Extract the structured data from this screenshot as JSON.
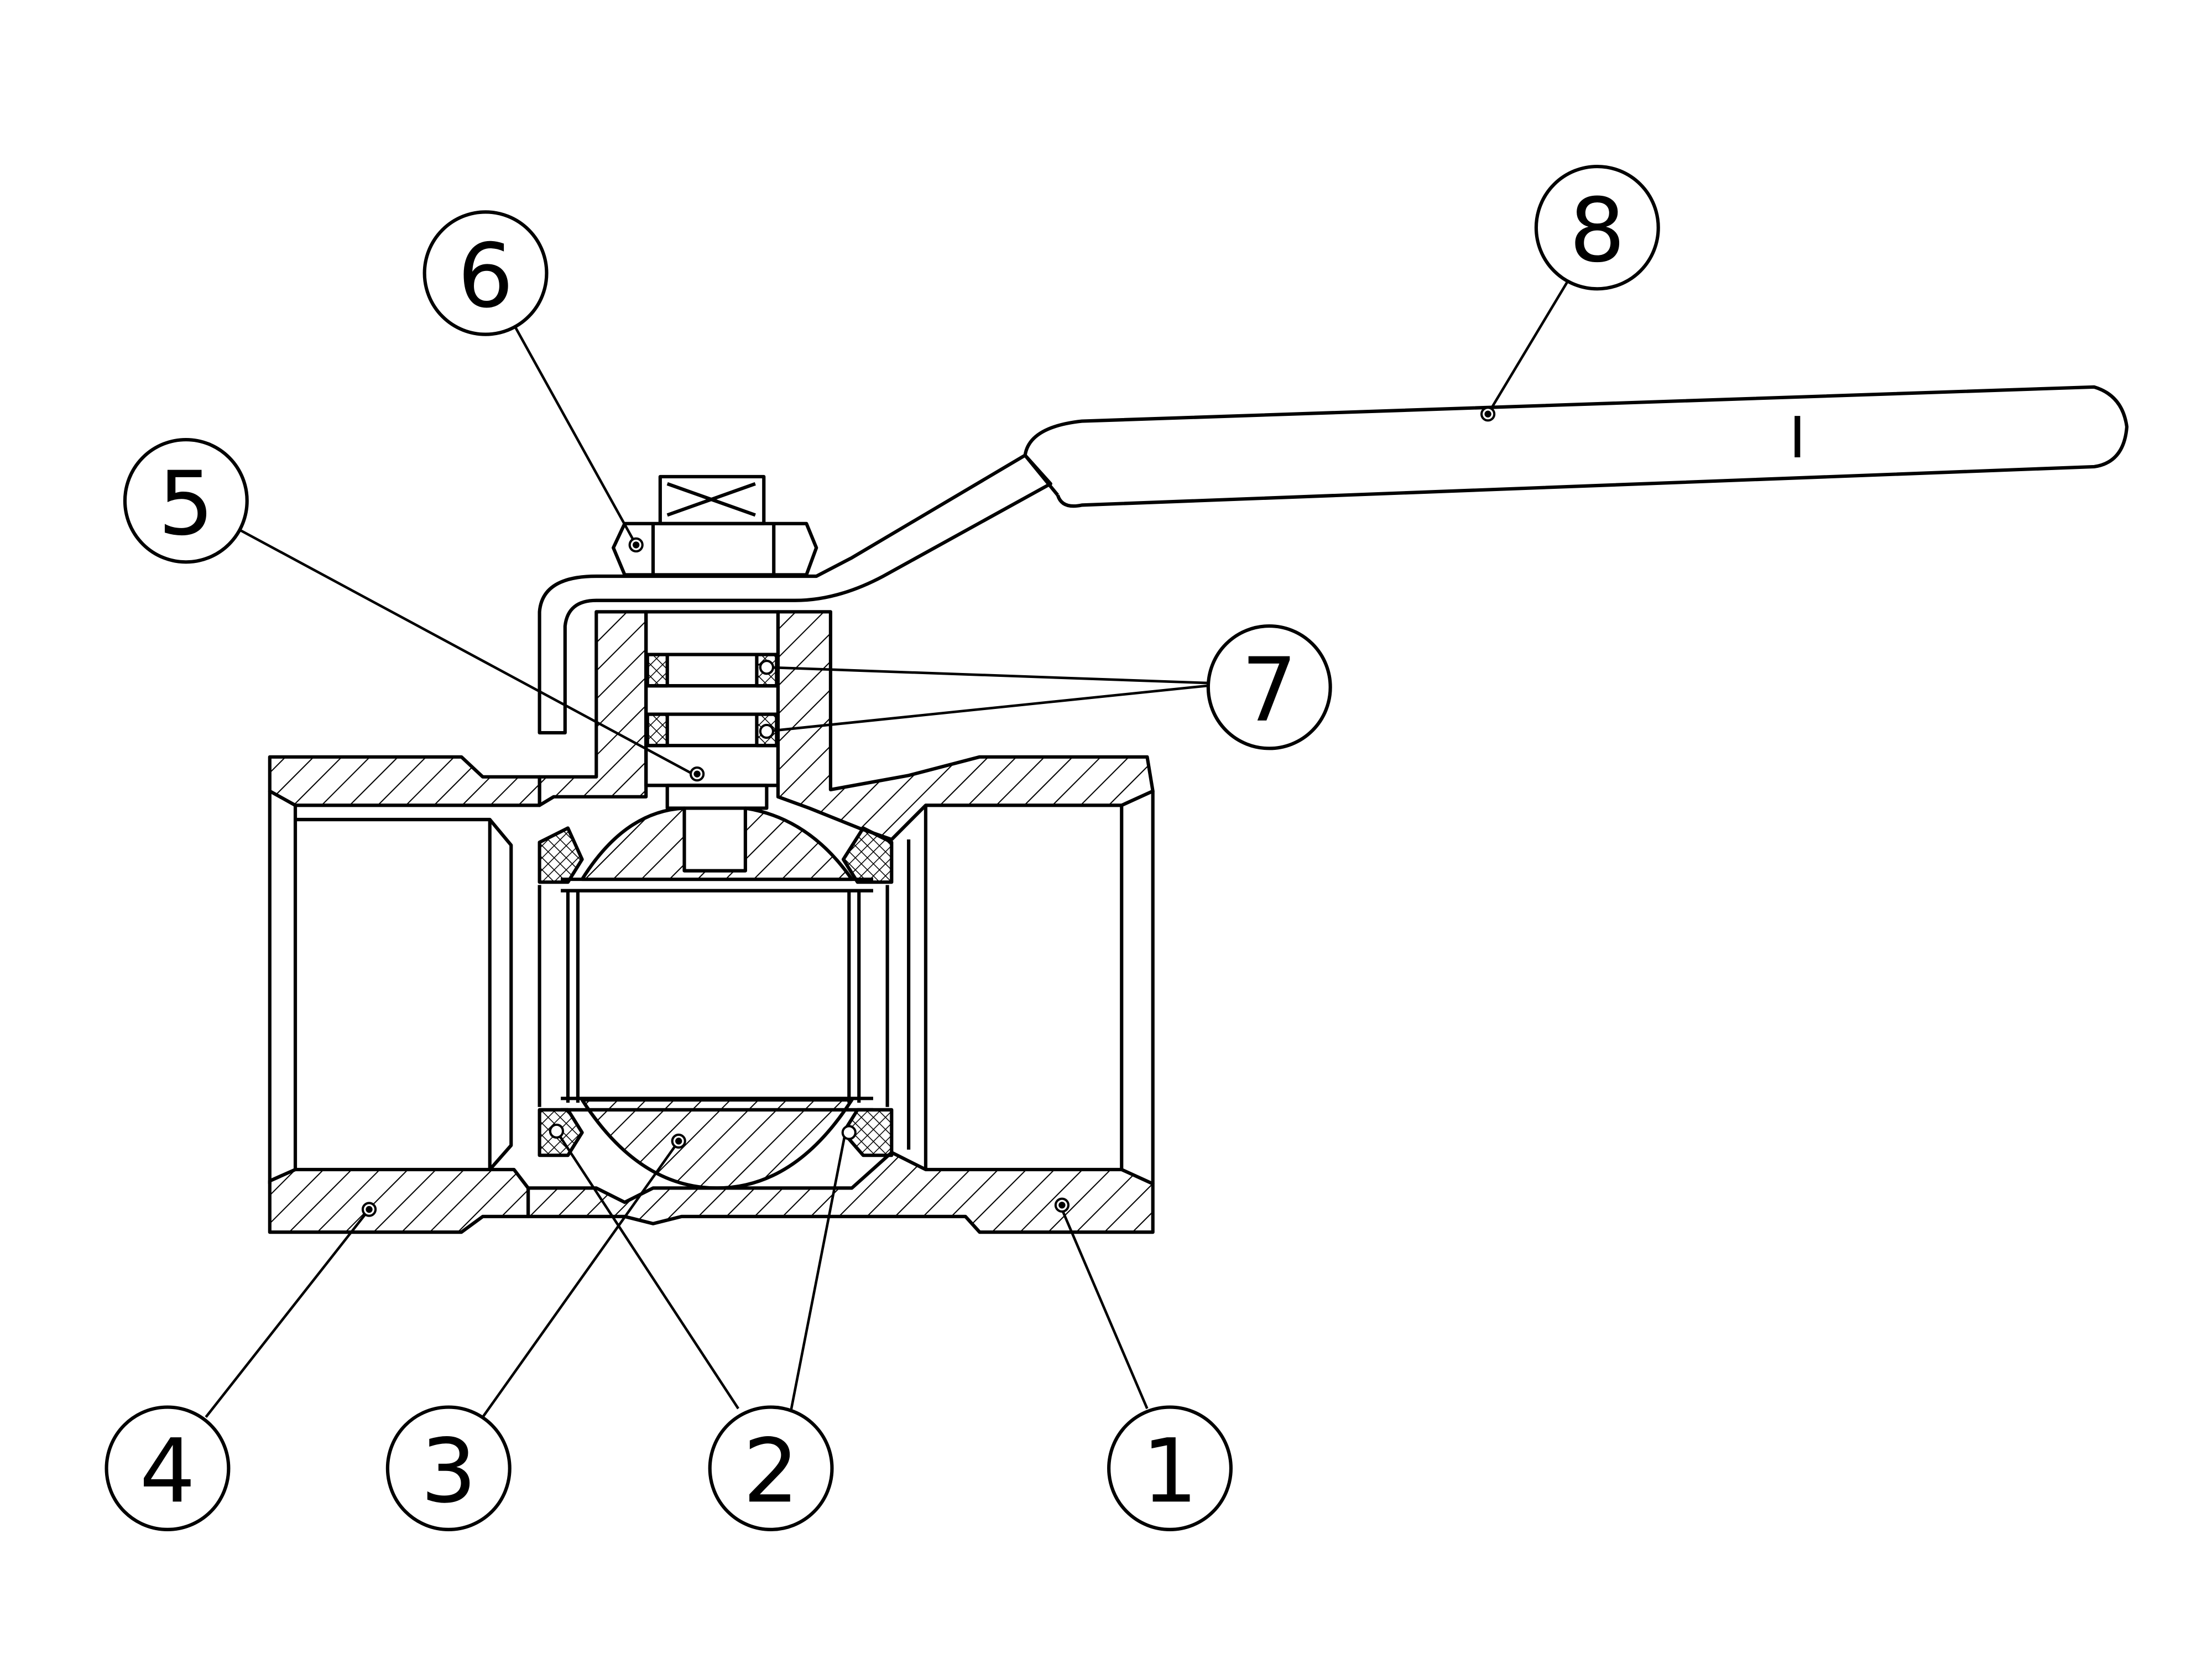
{
  "callouts": {
    "c1": "1",
    "c2": "2",
    "c3": "3",
    "c4": "4",
    "c5": "5",
    "c6": "6",
    "c7": "7",
    "c8": "8"
  },
  "handle_mark": "I",
  "colors": {
    "line": "#000000",
    "background": "#ffffff"
  }
}
